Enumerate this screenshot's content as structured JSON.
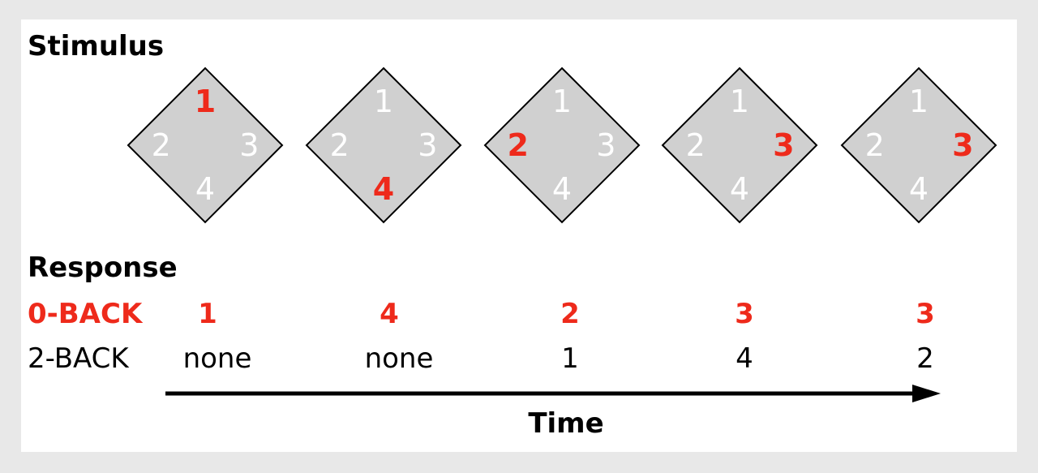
{
  "stimulus_label": "Stimulus",
  "response_label": "Response",
  "colors": {
    "highlight": "#ee2a1b",
    "diamond_fill": "#d0d0d0",
    "digit": "#ffffff"
  },
  "stimuli": [
    {
      "top": "1",
      "left": "2",
      "right": "3",
      "bottom": "4",
      "highlighted": "top"
    },
    {
      "top": "1",
      "left": "2",
      "right": "3",
      "bottom": "4",
      "highlighted": "bottom"
    },
    {
      "top": "1",
      "left": "2",
      "right": "3",
      "bottom": "4",
      "highlighted": "left"
    },
    {
      "top": "1",
      "left": "2",
      "right": "3",
      "bottom": "4",
      "highlighted": "right"
    },
    {
      "top": "1",
      "left": "2",
      "right": "3",
      "bottom": "4",
      "highlighted": "right"
    }
  ],
  "responses": {
    "zero_back": {
      "label": "0-BACK",
      "values": [
        "1",
        "4",
        "2",
        "3",
        "3"
      ]
    },
    "two_back": {
      "label": "2-BACK",
      "values": [
        "none",
        "none",
        "1",
        "4",
        "2"
      ]
    }
  },
  "time_label": "Time"
}
